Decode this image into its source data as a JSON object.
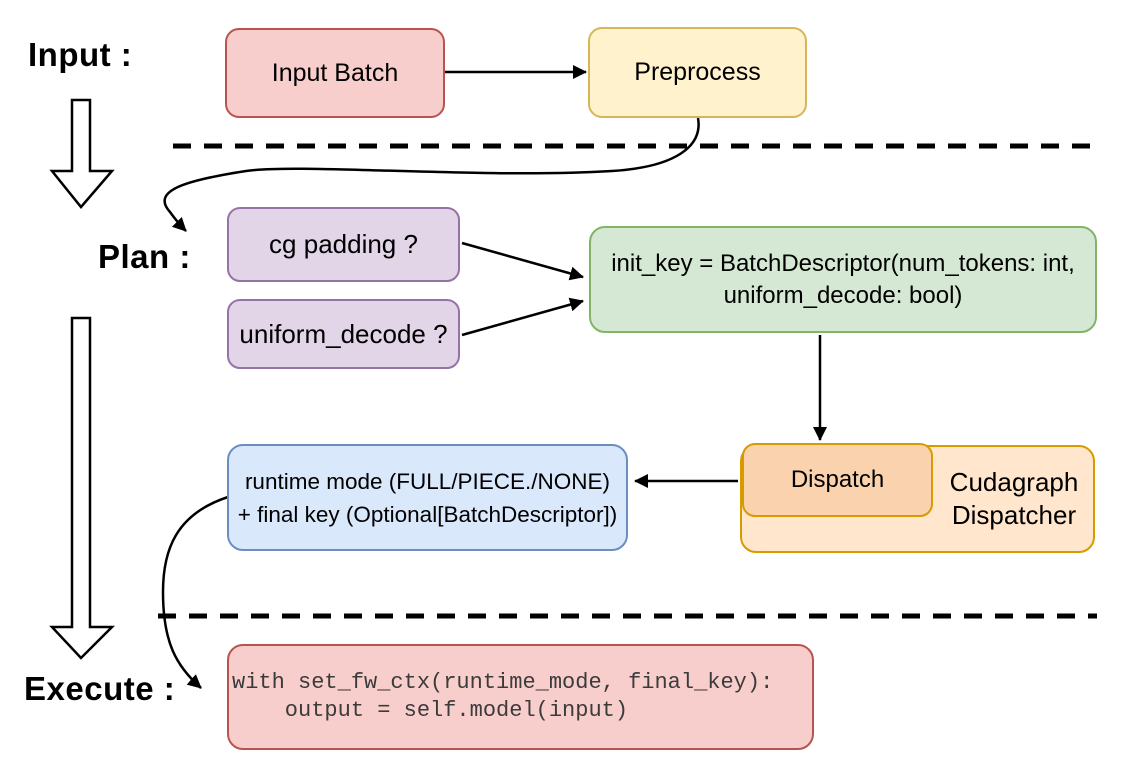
{
  "sections": {
    "input_label": "Input :",
    "plan_label": "Plan :",
    "execute_label": "Execute :"
  },
  "nodes": {
    "input_batch": "Input Batch",
    "preprocess": "Preprocess",
    "cg_padding": "cg padding ?",
    "uniform_decode": "uniform_decode ?",
    "init_key_line1": "init_key = BatchDescriptor(num_tokens: int,",
    "init_key_line2": "uniform_decode: bool)",
    "dispatch": "Dispatch",
    "cudagraph_dispatcher": "Cudagraph Dispatcher",
    "runtime_line1": "runtime mode (FULL/PIECE./NONE)",
    "runtime_line2": "+ final key (Optional[BatchDescriptor])",
    "code_line1": "with set_fw_ctx(runtime_mode, final_key):",
    "code_line2": "    output = self.model(input)"
  },
  "colors": {
    "red_fill": "#f8cecc",
    "red_stroke": "#b85450",
    "yellow_fill": "#fff2cc",
    "yellow_stroke": "#d6b656",
    "purple_fill": "#e1d5e7",
    "purple_stroke": "#9673a6",
    "green_fill": "#d5e8d4",
    "green_stroke": "#82b366",
    "blue_fill": "#dae8fc",
    "blue_stroke": "#6c8ebf",
    "orange_fill": "#ffe6cc",
    "orange_inner_fill": "#fad2ae",
    "orange_stroke": "#d79b00",
    "connector": "#000000"
  }
}
